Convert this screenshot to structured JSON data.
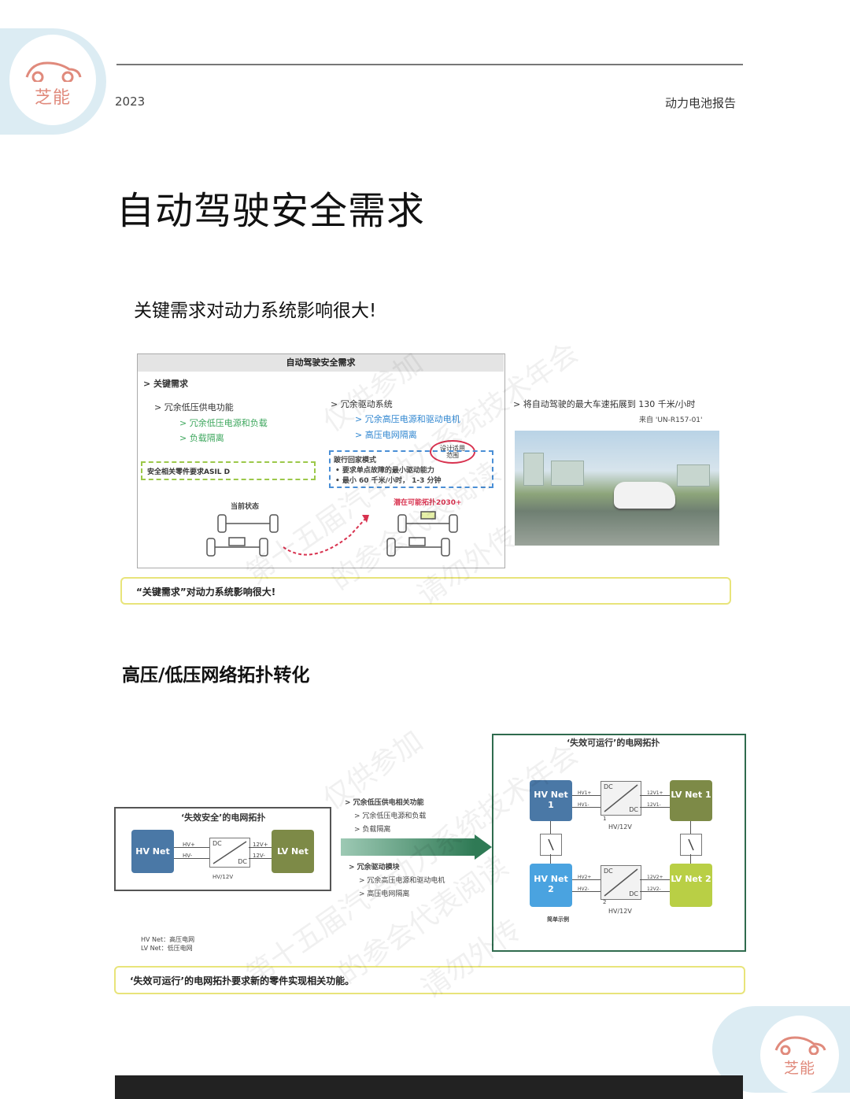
{
  "header": {
    "logo_text": "芝能",
    "year": "2023",
    "report_title": "动力电池报告"
  },
  "page_title": "自动驾驶安全需求",
  "section1": {
    "subtitle": "关键需求对动力系统影响很大!",
    "slide": {
      "header": "自动驾驶安全需求",
      "key_req": "> 关键需求",
      "redundant_lv": "> 冗余低压供电功能",
      "redundant_lv_items": [
        "> 冗余低压电源和负载",
        "> 负载隔离"
      ],
      "asil": "安全相关零件要求ASIL D",
      "redundant_drive": "> 冗余驱动系统",
      "redundant_drive_items": [
        "> 冗余高压电源和驱动电机",
        "> 高压电网隔离"
      ],
      "design_badge": "设计适用范围",
      "limp_title": "跛行回家模式",
      "limp_items": [
        "要求单点故障的最小驱动能力",
        "最小 60 千米/小时， 1-3 分钟"
      ],
      "current_state": "当前状态",
      "future_topology": "潜在可能拓扑2030+",
      "speed_note": "> 将自动驾驶的最大车速拓展到 130 千米/小时",
      "source": "来自 'UN-R157-01'",
      "footer_note": "“关键需求”对动力系统影响很大!"
    }
  },
  "section2": {
    "title": "高压/低压网络拓扑转化",
    "left_title": "‘失效安全’的电网拓扑",
    "hv_net": "HV Net",
    "lv_net": "LV Net",
    "dc_top": "DC",
    "dc_bottom": "DC",
    "hv_plus": "HV+",
    "hv_minus": "HV-",
    "v12_plus": "12V+",
    "v12_minus": "12V-",
    "hv12": "HV/12V",
    "legend": [
      "HV Net：高压电网",
      "LV Net：低压电网"
    ],
    "mid_lv_title": "> 冗余低压供电相关功能",
    "mid_lv_items": [
      "> 冗余低压电源和负载",
      "> 负载隔离"
    ],
    "mid_drive_title": "> 冗余驱动模块",
    "mid_drive_items": [
      "> 冗余高压电源和驱动电机",
      "> 高压电网隔离"
    ],
    "right_title": "‘失效可运行’的电网拓扑",
    "hv_net1": "HV Net 1",
    "hv_net2": "HV Net 2",
    "lv_net1": "LV Net 1",
    "lv_net2": "LV Net 2",
    "hv1p": "HV1+",
    "hv1m": "HV1-",
    "hv2p": "HV2+",
    "hv2m": "HV2-",
    "v121p": "12V1+",
    "v121m": "12V1-",
    "v122p": "12V2+",
    "v122m": "12V2-",
    "num1": "1",
    "num2": "2",
    "simple_example": "简单示例",
    "footer_note": "‘失效可运行’的电网拓扑要求新的零件实现相关功能。"
  },
  "watermark": [
    "仅供参加",
    "第十五届汽车动力系统技术年会",
    "的参会代表阅读",
    "请勿外传"
  ],
  "colors": {
    "green_text": "#3ca65c",
    "blue_text": "#2f86d0",
    "hv_blue": "#4a78a6",
    "lv_olive": "#7d8a47",
    "frame_green": "#2f6b4e",
    "note_yellow": "#e8e47a"
  }
}
